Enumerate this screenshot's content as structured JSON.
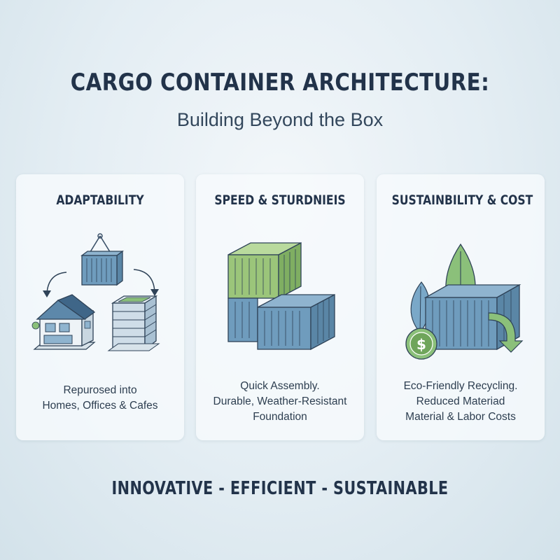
{
  "header": {
    "title": "CARGO CONTAINER ARCHITECTURE:",
    "subtitle": "Building Beyond the Box"
  },
  "cards": [
    {
      "title": "ADAPTABILITY",
      "description": [
        "Repurosed into",
        "Homes, Offices & Cafes"
      ],
      "icons": [
        "hanging-container-icon",
        "curved-arrow-icon",
        "house-icon",
        "office-building-icon"
      ]
    },
    {
      "title": "SPEED & STURDNIEIS",
      "description": [
        "Quick Assembly.",
        "Durable, Weather-Resistant",
        "Foundation"
      ],
      "icons": [
        "stacked-containers-icon"
      ]
    },
    {
      "title": "SUSTAINBILITY & COST",
      "description": [
        "Eco-Friendly Recycling.",
        "Reduced Materiad",
        "Material & Labor Costs"
      ],
      "icons": [
        "leaf-icon",
        "container-icon",
        "dollar-coin-icon",
        "down-arrow-icon"
      ]
    }
  ],
  "footer": {
    "tagline": "INNOVATIVE - EFFICIENT - SUSTAINABLE"
  },
  "colors": {
    "navy": "#22334a",
    "container_blue": "#6f9cbd",
    "container_green": "#9bc57a",
    "leaf_green": "#8bc07a"
  }
}
